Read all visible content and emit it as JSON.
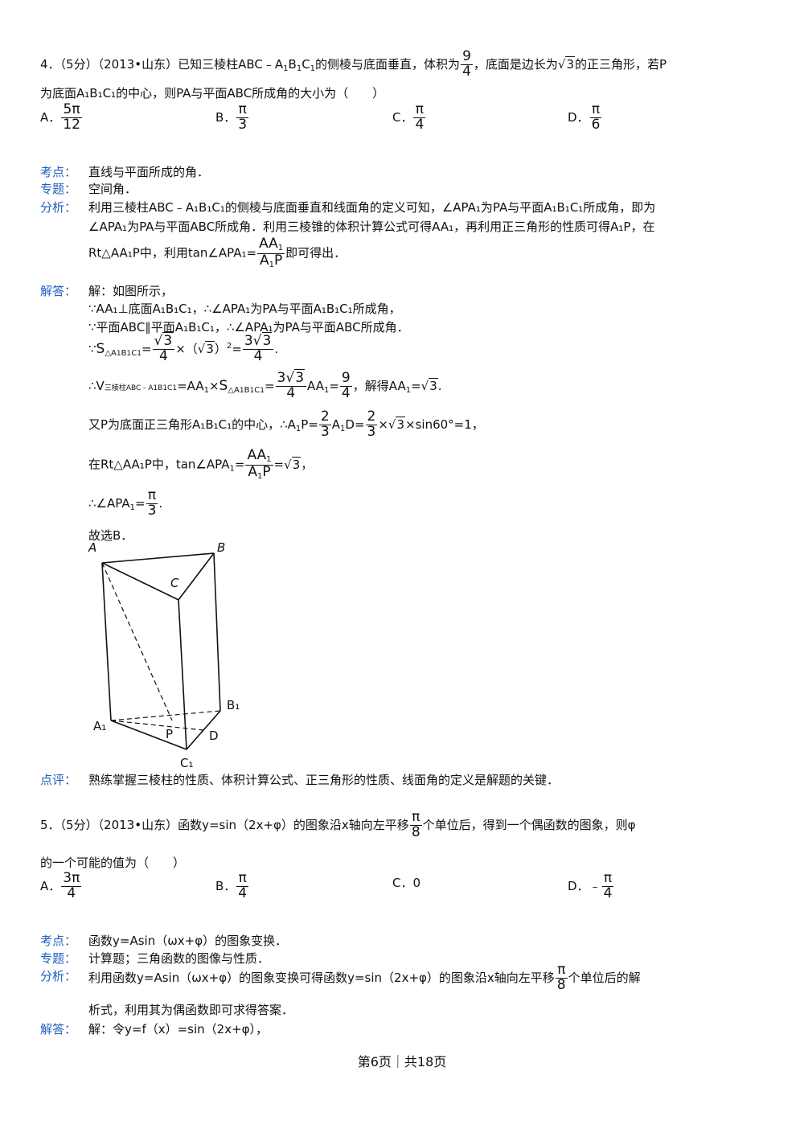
{
  "q4": {
    "stem_a": "4．（5分）（2013•山东）已知三棱柱ABC﹣A",
    "stem_b": "的侧棱与底面垂直，体积为",
    "vol_num": "9",
    "vol_den": "4",
    "stem_c": "，底面是边长为",
    "stem_c2": "的正三角形，若P",
    "line2": "为底面A₁B₁C₁的中心，则PA与平面ABC所成角的大小为（　　）",
    "options": [
      {
        "letter": "A．",
        "num": "5π",
        "den": "12"
      },
      {
        "letter": "B．",
        "num": "π",
        "den": "3"
      },
      {
        "letter": "C．",
        "num": "π",
        "den": "4"
      },
      {
        "letter": "D．",
        "num": "π",
        "den": "6"
      }
    ],
    "kaodian_label": "考点：",
    "kaodian": "直线与平面所成的角．",
    "zhuanti_label": "专题：",
    "zhuanti": "空间角．",
    "fenxi_label": "分析：",
    "fenxi_1": "利用三棱柱ABC﹣A₁B₁C₁的侧棱与底面垂直和线面角的定义可知，∠APA₁为PA与平面A₁B₁C₁所成角，即为",
    "fenxi_2": "∠APA₁为PA与平面ABC所成角．利用三棱锥的体积计算公式可得AA₁，再利用正三角形的性质可得A₁P，在",
    "fenxi_3a": "Rt△AA₁P中，利用tan∠APA₁=",
    "fenxi_3b": "即可得出．",
    "jieda_label": "解答：",
    "sol_1": "解：如图所示，",
    "sol_2": "∵AA₁⊥底面A₁B₁C₁，∴∠APA₁为PA与平面A₁B₁C₁所成角，",
    "sol_3": "∵平面ABC∥平面A₁B₁C₁，∴∠APA₁为PA与平面ABC所成角．",
    "sol_v_note": "三棱柱ABC﹣A1B1C1",
    "sol_v_solve": "，解得",
    "sol_p_1": "又P为底面正三角形A₁B₁C₁的中心，∴",
    "sol_p_2": "sin60°=1，",
    "sol_rt": "在Rt△AA₁P中，tan∠AP",
    "sol_ans_pi": "π",
    "sol_ans_den": "3",
    "sol_choose": "故选B．",
    "fig": {
      "A": "A",
      "B": "B",
      "C": "C",
      "A1": "A₁",
      "B1": "B₁",
      "C1": "C₁",
      "P": "P",
      "D": "D"
    },
    "dianping_label": "点评：",
    "dianping": "熟练掌握三棱柱的性质、体积计算公式、正三角形的性质、线面角的定义是解题的关键．"
  },
  "q5": {
    "stem_a": "5．（5分）（2013•山东）函数y=sin（2x+φ）的图象沿x轴向左平移",
    "stem_b": "个单位后，得到一个偶函数的图象，则φ",
    "shift_num": "π",
    "shift_den": "8",
    "line2": "的一个可能的值为（　　）",
    "options": [
      {
        "letter": "A．",
        "num": "3π",
        "den": "4",
        "prefix": ""
      },
      {
        "letter": "B．",
        "num": "π",
        "den": "4",
        "prefix": ""
      },
      {
        "letter": "C．",
        "plain": "0"
      },
      {
        "letter": "D．",
        "num": "π",
        "den": "4",
        "prefix": "﹣"
      }
    ],
    "kaodian_label": "考点：",
    "kaodian": "函数y=Asin（ωx+φ）的图象变换．",
    "zhuanti_label": "专题：",
    "zhuanti": "计算题；三角函数的图像与性质．",
    "fenxi_label": "分析：",
    "fenxi_1a": "利用函数y=Asin（ωx+φ）的图象变换可得函数y=sin（2x+φ）的图象沿x轴向左平移",
    "fenxi_1b": "个单位后的解",
    "fenxi_2": "析式，利用其为偶函数即可求得答案．",
    "jieda_label": "解答：",
    "sol_1": "解：令y=f（x）=sin（2x+φ），"
  },
  "footer": "第6页｜共18页"
}
